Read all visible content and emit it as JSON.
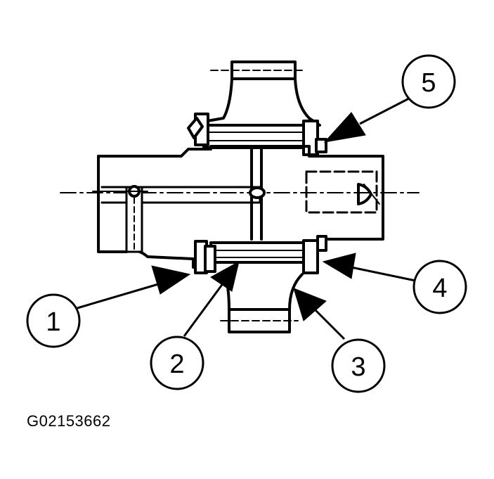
{
  "callouts": [
    {
      "id": "1",
      "label": "1"
    },
    {
      "id": "2",
      "label": "2"
    },
    {
      "id": "3",
      "label": "3"
    },
    {
      "id": "4",
      "label": "4"
    },
    {
      "id": "5",
      "label": "5"
    }
  ],
  "figure_id": "G02153662",
  "colors": {
    "ink": "#000000",
    "background": "#ffffff"
  }
}
